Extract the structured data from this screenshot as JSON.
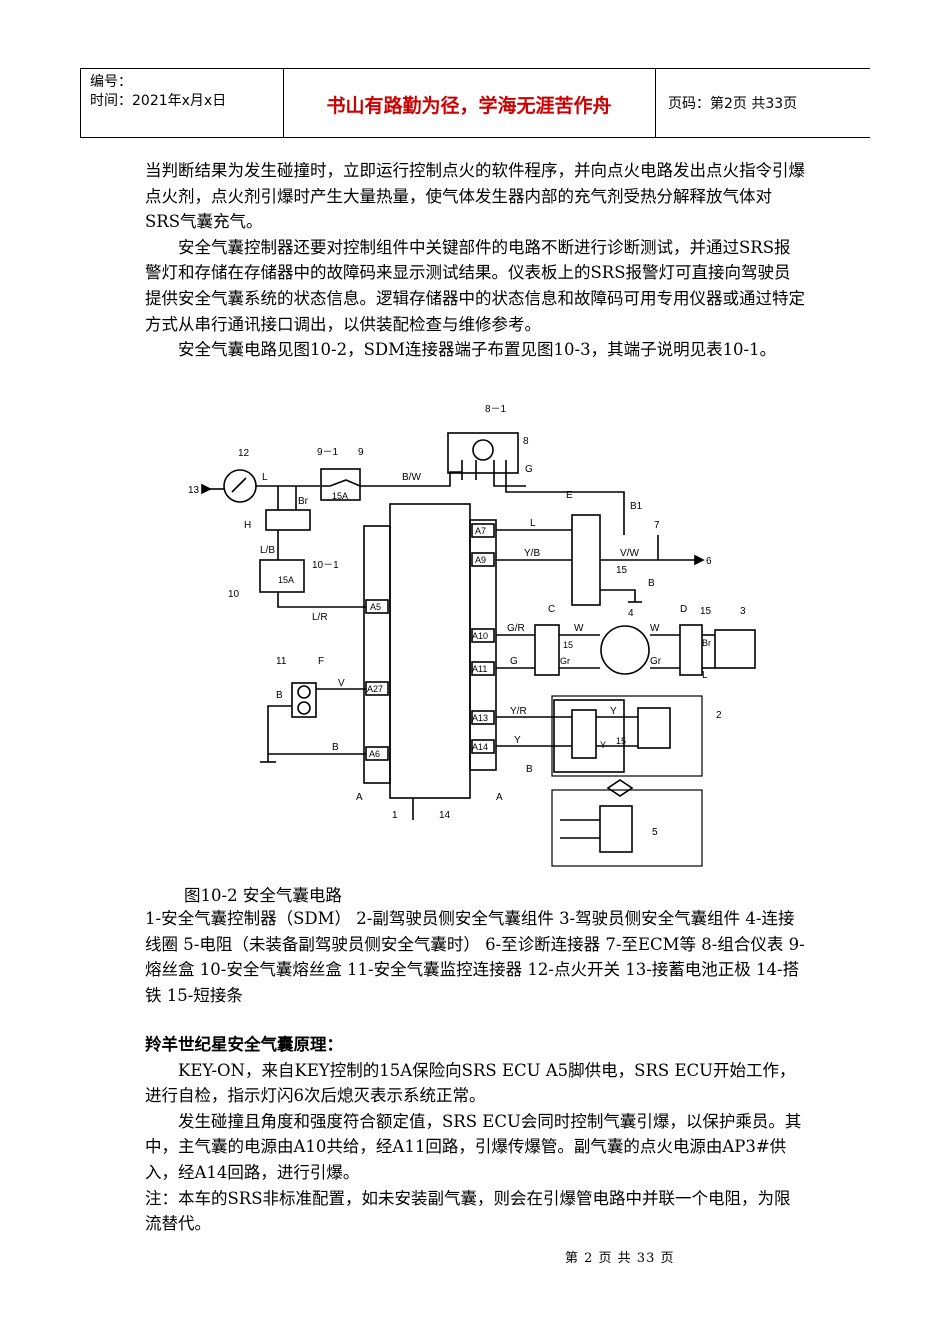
{
  "header": {
    "number_label": "编号：",
    "time_label": "时间：2021年x月x日",
    "motto": "书山有路勤为径，学海无涯苦作舟",
    "page_label": "页码：第2页  共33页"
  },
  "body": {
    "p1": "当判断结果为发生碰撞时，立即运行控制点火的软件程序，并向点火电路发出点火指令引爆点火剂，点火剂引爆时产生大量热量，使气体发生器内部的充气剂受热分解释放气体对SRS气囊充气。",
    "p2": "安全气囊控制器还要对控制组件中关键部件的电路不断进行诊断测试，并通过SRS报警灯和存储在存储器中的故障码来显示测试结果。仪表板上的SRS报警灯可直接向驾驶员提供安全气囊系统的状态信息。逻辑存储器中的状态信息和故障码可用专用仪器或通过特定方式从串行通讯接口调出，以供装配检查与维修参考。",
    "p3": "安全气囊电路见图10-2，SDM连接器端子布置见图10-3，其端子说明见表10-1。"
  },
  "diagram": {
    "caption": "图10-2 安全气囊电路",
    "labels": {
      "n8_1": "8－1",
      "n8": "8",
      "n9_1": "9－1",
      "n9": "9",
      "n12": "12",
      "n13": "13",
      "L": "L",
      "Br": "Br",
      "H": "H",
      "fuse15a": "15A",
      "BW": "B/W",
      "G": "G",
      "E": "E",
      "B1": "B1",
      "n7": "7",
      "n6": "6",
      "n15": "15",
      "B": "B",
      "LB": "L/B",
      "n10_1": "10－1",
      "n10": "10",
      "LR": "L/R",
      "A5": "A5",
      "A7": "A7",
      "A9": "A9",
      "A10": "A10",
      "A11": "A11",
      "A13": "A13",
      "A14": "A14",
      "A27": "A27",
      "A6": "A6",
      "YB": "Y/B",
      "VW": "V/W",
      "C": "C",
      "D": "D",
      "n3": "3",
      "n4": "4",
      "GR": "G/R",
      "W": "W",
      "Gr": "Gr",
      "n11": "11",
      "F": "F",
      "V": "V",
      "YR": "Y/R",
      "Y": "Y",
      "n2": "2",
      "n5": "5",
      "A": "A",
      "n1": "1",
      "n14": "14"
    }
  },
  "legend": {
    "l1": "1-安全气囊控制器（SDM）  2-副驾驶员侧安全气囊组件    3-驾驶员侧安全气囊组件    4-连接线圈    5-电阻（未装备副驾驶员侧安全气囊时）    6-至诊断连接器    7-至ECM等    8-组合仪表    9-熔丝盒    10-安全气囊熔丝盒    11-安全气囊监控连接器    12-点火开关    13-接蓄电池正极    14-搭铁    15-短接条"
  },
  "section": {
    "heading": "羚羊世纪星安全气囊原理：",
    "p1": "KEY-ON，来自KEY控制的15A保险向SRS ECU  A5脚供电，SRS ECU开始工作，进行自检，指示灯闪6次后熄灭表示系统正常。",
    "p2": "发生碰撞且角度和强度符合额定值，SRS ECU会同时控制气囊引爆，以保护乘员。其中，主气囊的电源由A10共给，经A11回路，引爆传爆管。副气囊的点火电源由AP3#供入，经A14回路，进行引爆。",
    "note": "注：本车的SRS非标准配置，如未安装副气囊，则会在引爆管电路中并联一个电阻，为限流替代。"
  },
  "footer": {
    "page": "第 2 页 共 33 页"
  }
}
